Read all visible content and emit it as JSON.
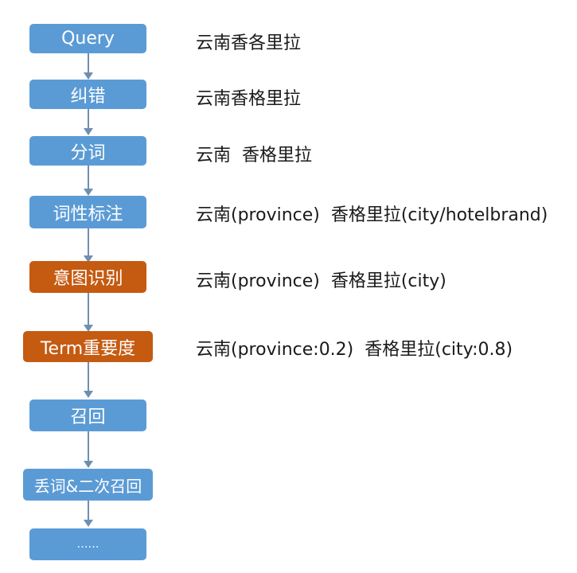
{
  "diagram": {
    "nodes": [
      {
        "label": "Query",
        "color": "#5b9bd5"
      },
      {
        "label": "纠错",
        "color": "#5b9bd5"
      },
      {
        "label": "分词",
        "color": "#5b9bd5"
      },
      {
        "label": "词性标注",
        "color": "#5b9bd5"
      },
      {
        "label": "意图识别",
        "color": "#c55a11"
      },
      {
        "label": "Term重要度",
        "color": "#c55a11"
      },
      {
        "label": "召回",
        "color": "#5b9bd5"
      },
      {
        "label": "丢词&二次召回",
        "color": "#5b9bd5"
      },
      {
        "label": "……",
        "color": "#5b9bd5"
      }
    ],
    "descriptions": [
      "云南香各里拉",
      "云南香格里拉",
      "云南  香格里拉",
      "云南(province)  香格里拉(city/hotelbrand)",
      "云南(province)  香格里拉(city)",
      "云南(province:0.2)  香格里拉(city:0.8)"
    ]
  }
}
